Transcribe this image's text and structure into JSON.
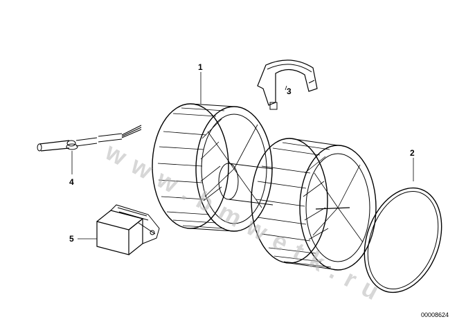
{
  "callouts": [
    {
      "label": "1",
      "part": "blower-fan-assembly"
    },
    {
      "label": "2",
      "part": "ring-seal"
    },
    {
      "label": "3",
      "part": "clamp-bracket"
    },
    {
      "label": "4",
      "part": "sensor-rod"
    },
    {
      "label": "5",
      "part": "resistor-unit"
    }
  ],
  "reference_code": "00008624",
  "watermark": "www.bmwetk.ru",
  "colors": {
    "line": "#000000",
    "background": "#ffffff",
    "watermark": "#b8b8b8"
  }
}
